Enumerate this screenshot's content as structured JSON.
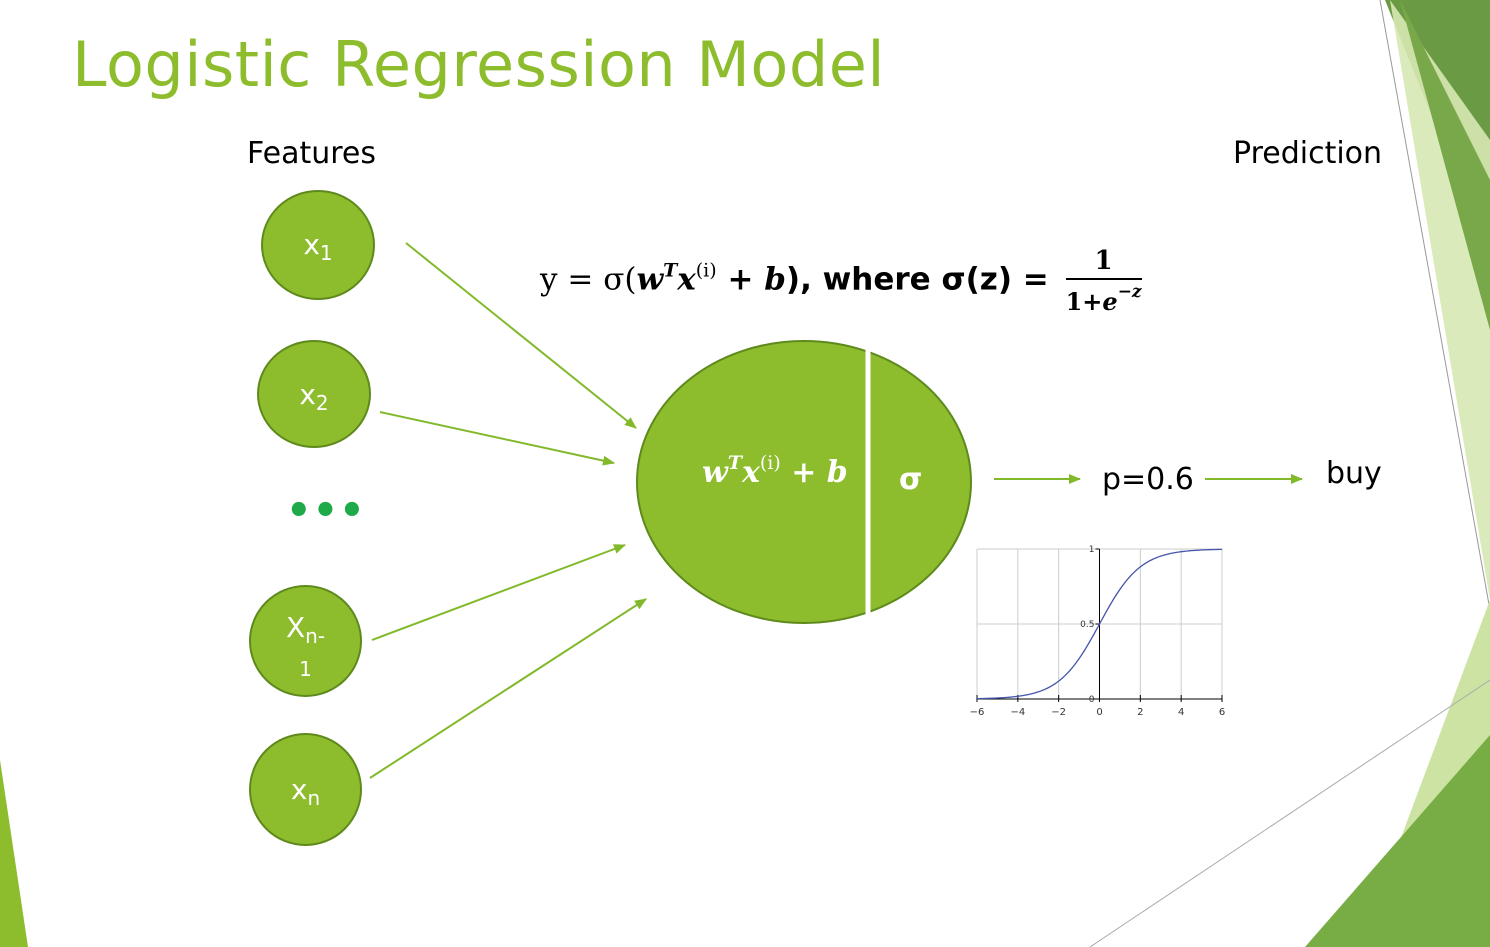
{
  "title": "Logistic Regression Model",
  "headers": {
    "features": "Features",
    "prediction": "Prediction"
  },
  "nodes": [
    {
      "base": "x",
      "sub": "1"
    },
    {
      "base": "x",
      "sub": "2"
    },
    {
      "base": "X",
      "sub": "n-",
      "line2": "1"
    },
    {
      "base": "x",
      "sub": "n"
    }
  ],
  "ellipsis": "•••",
  "formula": {
    "lhs": "y = σ(",
    "w": "w",
    "T": "T",
    "x": "x",
    "i": "(i)",
    "plus_b": " + b",
    "where": "), where σ(z) = ",
    "num": "1",
    "den_1": "1+",
    "den_e": "e",
    "den_exp": "−z"
  },
  "neuron": {
    "w": "w",
    "T": "T",
    "x": "x",
    "i": "(i)",
    "plus_b": " + b",
    "sigma": "σ"
  },
  "output": {
    "probability": "p=0.6",
    "label": "buy"
  },
  "colors": {
    "accent": "#8dbc2d",
    "node_border": "#5e8a1c",
    "arrow": "#82b92b",
    "title": "#8dbc2d",
    "ellipsis": "#1faa4a",
    "curve": "#4455aa"
  },
  "chart_data": {
    "type": "line",
    "function": "sigmoid",
    "x": [
      -6,
      -5,
      -4,
      -3,
      -2,
      -1,
      0,
      1,
      2,
      3,
      4,
      5,
      6
    ],
    "series": [
      {
        "values": [
          0.0025,
          0.0067,
          0.018,
          0.047,
          0.119,
          0.269,
          0.5,
          0.731,
          0.881,
          0.953,
          0.982,
          0.9933,
          0.9975
        ]
      }
    ],
    "xlim": [
      -6,
      6
    ],
    "ylim": [
      0,
      1
    ],
    "x_ticks": [
      "−6",
      "−4",
      "−2",
      "0",
      "2",
      "4",
      "6"
    ],
    "y_ticks": [
      "0",
      "0.5",
      "1"
    ],
    "grid": true
  }
}
